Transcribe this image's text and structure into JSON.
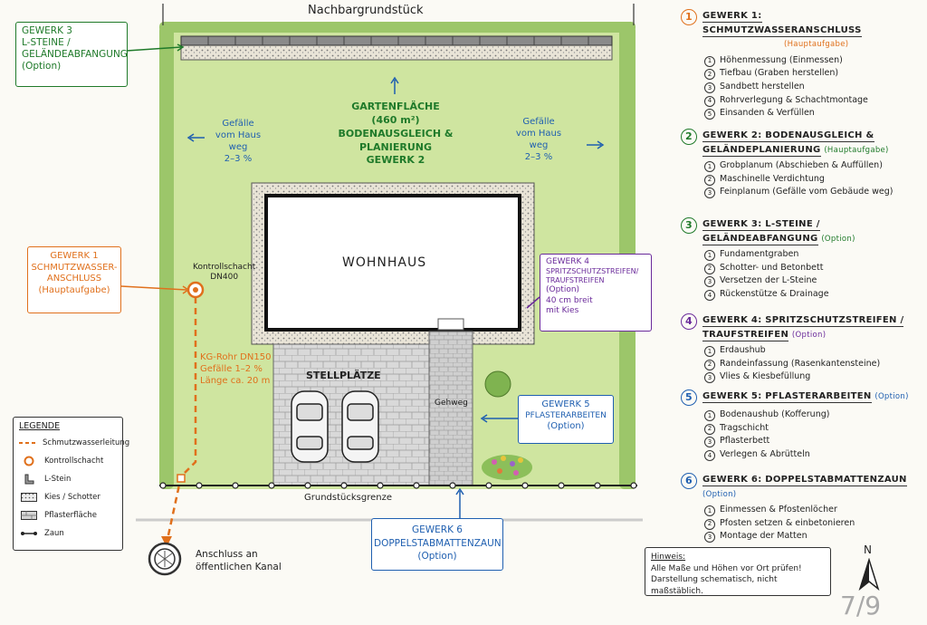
{
  "plot": {
    "neighbor_label": "Nachbargrundstück",
    "boundary_label": "Grundstücksgrenze",
    "garden": {
      "line1": "GARTENFLÄCHE",
      "line2": "(460 m²)",
      "line3": "BODENAUSGLEICH &",
      "line4": "PLANIERUNG",
      "line5": "GEWERK 2"
    },
    "slope_left": {
      "line1": "Gefälle",
      "line2": "vom Haus weg",
      "line3": "2–3 %"
    },
    "slope_right": {
      "line1": "Gefälle",
      "line2": "vom Haus weg",
      "line3": "2–3 %"
    },
    "house_label": "WOHNHAUS",
    "parking_label": "STELLPLÄTZE",
    "walkway_label": "Gehweg",
    "manhole_label": {
      "line1": "Kontrollschacht",
      "line2": "DN400"
    },
    "pipe_label": {
      "line1": "KG-Rohr DN150",
      "line2": "Gefälle 1–2 %",
      "line3": "Länge ca. 20 m"
    },
    "connection_label": {
      "line1": "Anschluss an",
      "line2": "öffentlichen Kanal"
    }
  },
  "callouts": {
    "g3": {
      "line1": "GEWERK 3",
      "line2": "L-STEINE /",
      "line3": "GELÄNDEABFANGUNG",
      "line4": "(Option)"
    },
    "g1": {
      "line1": "GEWERK 1",
      "line2": "SCHMUTZWASSER-",
      "line3": "ANSCHLUSS",
      "line4": "(Hauptaufgabe)"
    },
    "g4": {
      "line1": "GEWERK 4",
      "line2": "SPRITZSCHUTZSTREIFEN/",
      "line3": "TRAUFSTREIFEN",
      "line4": "(Option)",
      "line5": "40 cm breit",
      "line6": "mit Kies"
    },
    "g5": {
      "line1": "GEWERK 5",
      "line2": "PFLASTERARBEITEN",
      "line3": "(Option)"
    },
    "g6": {
      "line1": "GEWERK 6",
      "line2": "DOPPELSTABMATTENZAUN",
      "line3": "(Option)"
    }
  },
  "legend": {
    "title": "LEGENDE",
    "items": [
      "Schmutzwasserleitung",
      "Kontrollschacht",
      "L-Stein",
      "Kies / Schotter",
      "Pflasterfläche",
      "Zaun"
    ]
  },
  "sections": [
    {
      "num": "1",
      "title": "GEWERK 1:  SCHMUTZWASSERANSCHLUSS",
      "title2": "",
      "tag": "(Hauptaufgabe)",
      "color": "#e0701c",
      "items": [
        "Höhenmessung (Einmessen)",
        "Tiefbau (Graben herstellen)",
        "Sandbett herstellen",
        "Rohrverlegung & Schachtmontage",
        "Einsanden & Verfüllen"
      ]
    },
    {
      "num": "2",
      "title": "GEWERK 2:  BODENAUSGLEICH &",
      "title2": "GELÄNDEPLANIERUNG",
      "tag": "(Hauptaufgabe)",
      "color": "#1f7a2a",
      "items": [
        "Grobplanum (Abschieben & Auffüllen)",
        "Maschinelle Verdichtung",
        "Feinplanum (Gefälle vom Gebäude weg)"
      ]
    },
    {
      "num": "3",
      "title": "GEWERK 3:  L-STEINE /",
      "title2": "GELÄNDEABFANGUNG",
      "tag": "(Option)",
      "color": "#1f7a2a",
      "items": [
        "Fundamentgraben",
        "Schotter- und Betonbett",
        "Versetzen der L-Steine",
        "Rückenstütze & Drainage"
      ]
    },
    {
      "num": "4",
      "title": "GEWERK 4:  SPRITZSCHUTZSTREIFEN /",
      "title2": "TRAUFSTREIFEN",
      "tag": "(Option)",
      "color": "#6a2a9a",
      "items": [
        "Erdaushub",
        "Randeinfassung (Rasenkantensteine)",
        "Vlies & Kiesbefüllung"
      ]
    },
    {
      "num": "5",
      "title": "GEWERK 5:  PFLASTERARBEITEN",
      "title2": "",
      "tag": "(Option)",
      "color": "#1f5fb0",
      "items": [
        "Bodenaushub (Kofferung)",
        "Tragschicht",
        "Pflasterbett",
        "Verlegen & Abrütteln"
      ]
    },
    {
      "num": "6",
      "title": "GEWERK 6:  DOPPELSTABMATTENZAUN",
      "title2": "",
      "tag": "(Option)",
      "color": "#1f5fb0",
      "items": [
        "Einmessen & Pfostenlöcher",
        "Pfosten setzen & einbetonieren",
        "Montage der Matten"
      ]
    }
  ],
  "note": {
    "title": "Hinweis:",
    "line1": "Alle Maße und Höhen vor Ort prüfen!",
    "line2": "Darstellung schematisch, nicht maßstäblich."
  },
  "north_label": "N",
  "page_label": "7/9"
}
